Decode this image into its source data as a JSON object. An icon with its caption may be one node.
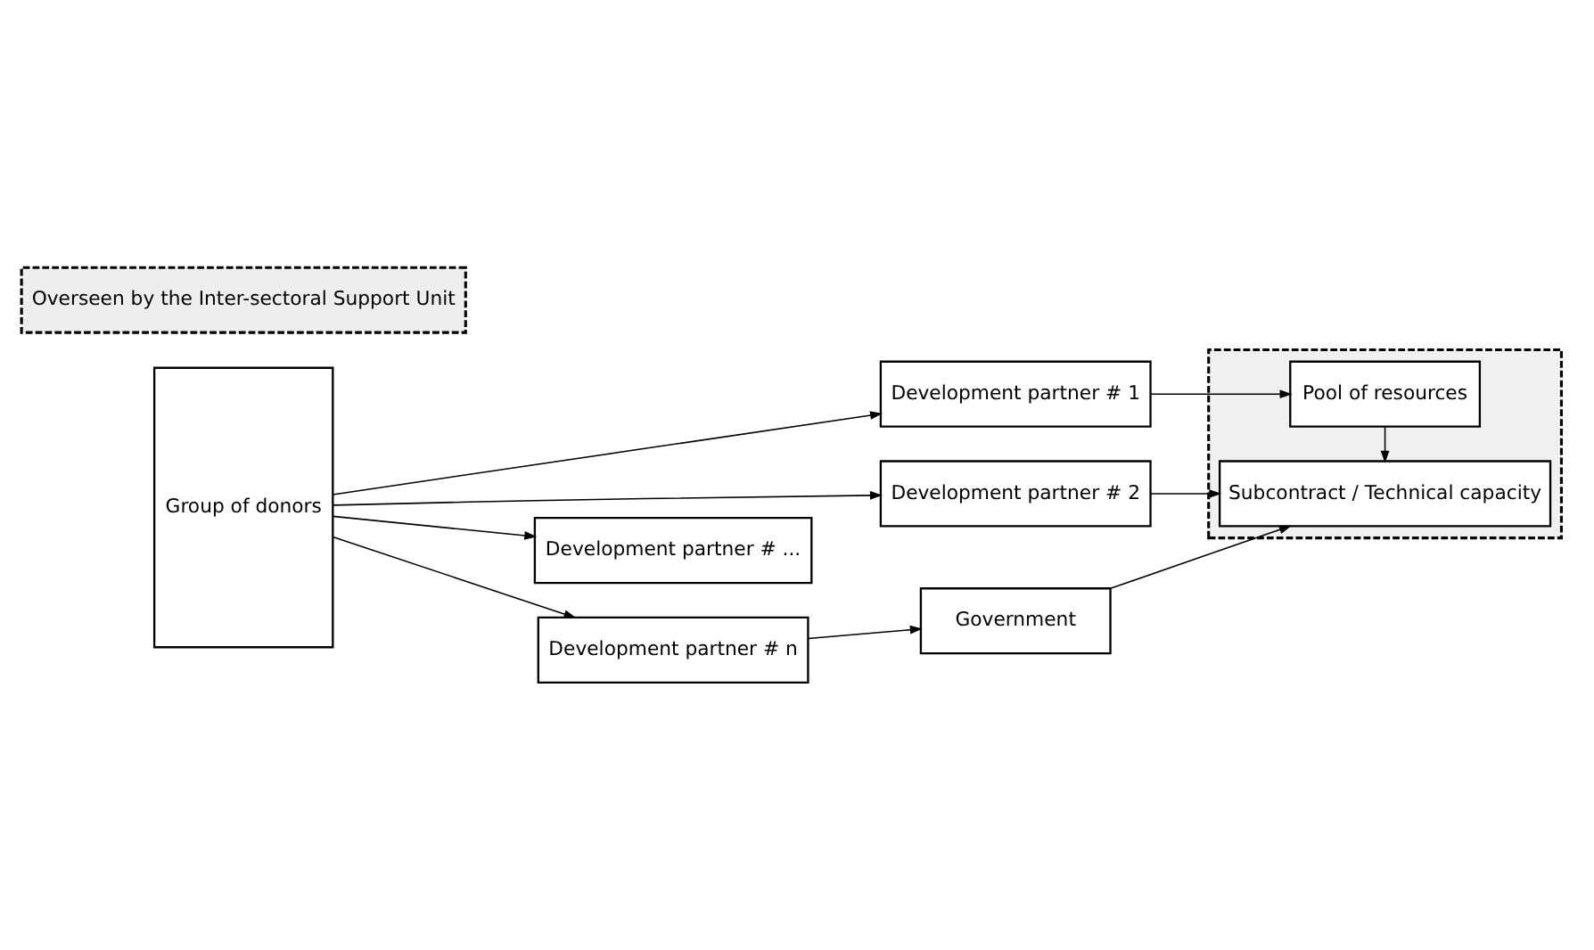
{
  "diagram": {
    "nodes": [
      {
        "text": [
          "Group of donors"
        ]
      },
      {
        "text": [
          "Development partner # 1"
        ]
      },
      {
        "text": [
          "Development partner # 2"
        ]
      },
      {
        "text": [
          "Development partner # ..."
        ]
      },
      {
        "text": [
          "Development partner # n"
        ]
      },
      {
        "text": [
          "Government"
        ]
      },
      {
        "text": [],
        "shape": "box"
      },
      {
        "text": [
          "Pool of resources"
        ],
        "in": 6
      },
      {
        "text": [
          "Subcontract / Technical capacity"
        ],
        "in": 6
      },
      {
        "text": [
          "Overseen by the Inter-sectoral Support Unit"
        ]
      }
    ],
    "edges": [
      {
        "from": 0,
        "to": 1,
        "arrow": "to"
      },
      {
        "from": 0,
        "to": 2,
        "arrow": "to"
      },
      {
        "from": 0,
        "to": 3,
        "arrow": "to"
      },
      {
        "from": 0,
        "to": 4,
        "arrow": "to"
      },
      {
        "from": 1,
        "to": 7,
        "arrow": "to"
      },
      {
        "from": 2,
        "to": 8,
        "arrow": "to"
      },
      {
        "from": 7,
        "to": 8,
        "arrow": "to"
      },
      {
        "from": 4,
        "to": 5,
        "arrow": "to"
      },
      {
        "from": 5,
        "to": 8,
        "arrow": "to"
      }
    ]
  }
}
